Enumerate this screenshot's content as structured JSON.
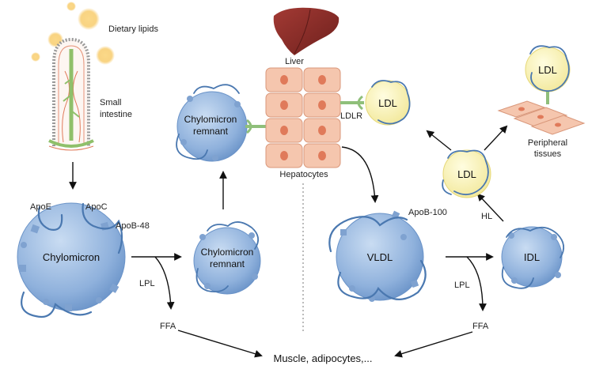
{
  "labels": {
    "dietary_lipids": "Dietary lipids",
    "small_intestine_1": "Small",
    "small_intestine_2": "intestine",
    "liver": "Liver",
    "hepatocytes": "Hepatocytes",
    "ldlr": "LDLR",
    "chylomicron": "Chylomicron",
    "remnant_top_1": "Chylomicron",
    "remnant_top_2": "remnant",
    "remnant_mid_1": "Chylomicron",
    "remnant_mid_2": "remnant",
    "apoe": "ApoE",
    "apoc": "ApoC",
    "apob48": "ApoB-48",
    "lpl_left": "LPL",
    "ffa_left": "FFA",
    "vldl": "VLDL",
    "apob100": "ApoB-100",
    "idl": "IDL",
    "lpl_right": "LPL",
    "ffa_right": "FFA",
    "hl": "HL",
    "ldl_top": "LDL",
    "ldl_mid": "LDL",
    "ldl_liver": "LDL",
    "peripheral_1": "Peripheral",
    "peripheral_2": "tissues",
    "muscle": "Muscle, adipocytes,..."
  },
  "colors": {
    "particle_blue": "#8fb1dc",
    "particle_edge": "#4a78b0",
    "ldl_yellow": "#f6f0a8",
    "hepatocyte": "#f5c6ae",
    "hepatocyte_edge": "#d9977a",
    "nucleus": "#e07a5a",
    "liver_brown": "#8b2e2a",
    "lipid_droplet": "#f7c964",
    "receptor_green": "#8fbf7a"
  }
}
